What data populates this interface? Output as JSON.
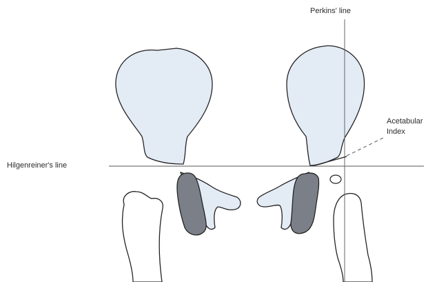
{
  "labels": {
    "perkins_line": "Perkins' line",
    "acetabular": "Acetabular",
    "index": "Index",
    "hilgenreiner_line": "Hilgenreiner's line"
  },
  "colors": {
    "ilium_fill": "#e3ebf5",
    "ischium_fill": "#e3ebf5",
    "femoral_metaphysis_fill": "#7b8088",
    "outline": "#222222",
    "reference_line": "#555555"
  }
}
